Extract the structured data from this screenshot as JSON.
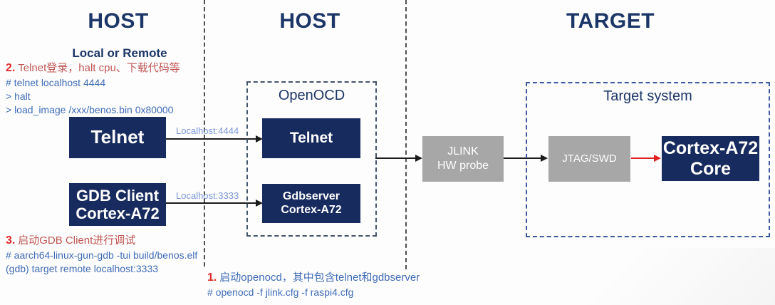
{
  "titles": {
    "host_left": "HOST",
    "host_left_sub": "Local or Remote",
    "host_mid": "HOST",
    "target": "TARGET"
  },
  "groups": {
    "openocd": "OpenOCD",
    "target_system": "Target system"
  },
  "nodes": {
    "telnet_client": {
      "label": "Telnet"
    },
    "gdb_client": {
      "line1": "GDB Client",
      "line2": "Cortex-A72"
    },
    "telnet_server": {
      "label": "Telnet"
    },
    "gdbserver": {
      "line1": "Gdbserver",
      "line2": "Cortex-A72"
    },
    "jlink_probe": {
      "line1": "JLINK",
      "line2": "HW probe"
    },
    "jtag_swd": {
      "label": "JTAG/SWD"
    },
    "cortex_core": {
      "line1": "Cortex-A72",
      "line2": "Core"
    }
  },
  "connections": {
    "telnet_port": "Localhost:4444",
    "gdb_port": "Localhost:3333"
  },
  "steps": {
    "step1": {
      "num": "1.",
      "heading": "启动openocd，其中包含telnet和gdbserver",
      "cmd1": "# openocd -f jlink.cfg -f raspi4.cfg"
    },
    "step2": {
      "num": "2.",
      "heading": "Telnet登录，halt cpu、下载代码等",
      "cmd1": "# telnet localhost 4444",
      "cmd2": "> halt",
      "cmd3": "> load_image /xxx/benos.bin 0x80000"
    },
    "step3": {
      "num": "3.",
      "heading": "启动GDB Client进行调试",
      "cmd1": "# aarch64-linux-gun-gdb -tui build/benos.elf",
      "cmd2": "(gdb) target remote localhost:3333"
    }
  },
  "colors": {
    "navy_box": "#172b5e",
    "gray_box": "#a7a7a7",
    "title_navy": "#1c3667",
    "step_number_red": "#e02a2a",
    "heading_red": "#bf5653",
    "command_blue": "#3f6cb6",
    "port_label_blue": "#7b97d8",
    "black_arrow": "#1b1b1b",
    "red_arrow": "#e02222",
    "openocd_dash": "#44546a",
    "target_dash": "#3a5ba0",
    "separator_dash": "#4f4f4f"
  }
}
